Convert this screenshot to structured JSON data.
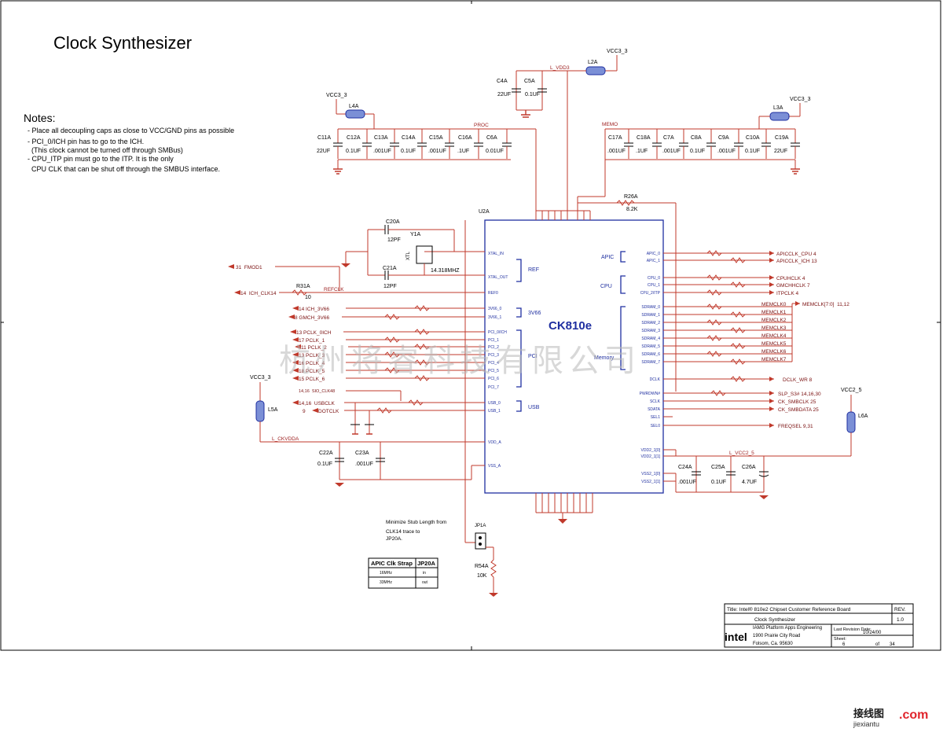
{
  "title": "Clock Synthesizer",
  "notes": {
    "heading": "Notes:",
    "lines": [
      "- Place all decoupling caps as close to VCC/GND pins as possible",
      "- PCI_0/ICH pin has to go to the ICH.",
      "  (This clock cannot be turned off through SMBus)",
      "- CPU_ITP pin must go to the ITP. It is the only",
      "  CPU CLK that can be shut off through the SMBUS interface."
    ]
  },
  "chip": {
    "ref": "U2A",
    "name": "CK810e",
    "groups": [
      "REF",
      "3V66",
      "PCI",
      "USB",
      "APIC",
      "CPU",
      "Memory"
    ],
    "left_pins": [
      "XTAL_IN",
      "XTAL_OUT",
      "REF0",
      "3V66_0",
      "3V66_1",
      "PCI_0/ICH",
      "PCI_1",
      "PCI_2",
      "PCI_3",
      "PCI_4",
      "PCI_5",
      "PCI_6",
      "PCI_7",
      "USB_0",
      "USB_1",
      "VDD_A",
      "VSS_A"
    ],
    "right_pins": [
      "APIC_0",
      "APIC_1",
      "CPU_0",
      "CPU_1",
      "CPU_2/ITP",
      "SDRAM_0",
      "SDRAM_1",
      "SDRAM_2",
      "SDRAM_3",
      "SDRAM_4",
      "SDRAM_5",
      "SDRAM_6",
      "SDRAM_7",
      "DCLK",
      "PWRDWN#",
      "SCLK",
      "SDATA",
      "SEL1",
      "SEL0",
      "VDD2_1[0]",
      "VDD2_1[1]",
      "VSS2_1[0]",
      "VSS2_1[1]"
    ]
  },
  "power": {
    "vcc33": "VCC3_3",
    "vcc25": "VCC2_5",
    "vcc25_net": "L_VCC2_5",
    "ckvdda": "L_CKVDDA",
    "ferrites": [
      "L2A",
      "L4A",
      "L3A",
      "L5A",
      "L6A"
    ]
  },
  "caps_top_left": [
    {
      "ref": "C11A",
      "val": "22UF"
    },
    {
      "ref": "C12A",
      "val": "0.1UF"
    },
    {
      "ref": "C13A",
      "val": ".001UF"
    },
    {
      "ref": "C14A",
      "val": "0.1UF"
    },
    {
      "ref": "C15A",
      "val": ".001UF"
    },
    {
      "ref": "C16A",
      "val": ".1UF"
    },
    {
      "ref": "C6A",
      "val": "0.01UF"
    }
  ],
  "caps_top_mid": [
    {
      "ref": "C4A",
      "val": "22UF"
    },
    {
      "ref": "C5A",
      "val": "0.1UF"
    }
  ],
  "caps_top_right": [
    {
      "ref": "C17A",
      "val": ".001UF"
    },
    {
      "ref": "C18A",
      "val": ".1UF"
    },
    {
      "ref": "C7A",
      "val": ".001UF"
    },
    {
      "ref": "C8A",
      "val": "0.1UF"
    },
    {
      "ref": "C9A",
      "val": ".001UF"
    },
    {
      "ref": "C10A",
      "val": "0.1UF"
    },
    {
      "ref": "C19A",
      "val": "22UF"
    }
  ],
  "caps_bottom": [
    {
      "ref": "C22A",
      "val": "0.1UF"
    },
    {
      "ref": "C23A",
      "val": ".001UF"
    },
    {
      "ref": "C24A",
      "val": ".001UF"
    },
    {
      "ref": "C25A",
      "val": "0.1UF"
    },
    {
      "ref": "C26A",
      "val": "4.7UF"
    }
  ],
  "crystal": {
    "ref": "Y1A",
    "type": "XTL",
    "freq": "14.318MHZ",
    "c20": "C20A",
    "c21": "C21A",
    "cval": "12PF"
  },
  "resistors": {
    "r26": {
      "ref": "R26A",
      "val": "8.2K"
    },
    "r31": {
      "ref": "R31A",
      "val": "10"
    },
    "r54": {
      "ref": "R54A",
      "val": "10K"
    }
  },
  "left_nets": [
    "31  FMOD1",
    "14  ICH_CLK14",
    "14  ICH_3V66",
    "8  GMCH_3V66",
    "13  PCLK_0ICH",
    "17  PCLK_1",
    "11  PCLK_2",
    "13  PCLK_3",
    "16  PCLK_4",
    "18  PCLK_5",
    "15  PCLK_6",
    "14,16  SIO_CLK48",
    "14,16  USBCLK",
    "9  DOTCLK"
  ],
  "right_nets": [
    "APICCLK_CPU  4",
    "APICCLK_ICH  13",
    "CPUHCLK  4",
    "GMCHHCLK  7",
    "ITPCLK  4",
    "MEMCLK[7:0]  11,12",
    "DCLK_WR  8",
    "SLP_S3#  14,16,30",
    "CK_SMBCLK  25",
    "CK_SMBDATA  25",
    "FREQSEL  9,31"
  ],
  "memclk": [
    "MEMCLK0",
    "MEMCLK1",
    "MEMCLK2",
    "MEMCLK3",
    "MEMCLK4",
    "MEMCLK5",
    "MEMCLK6",
    "MEMCLK7"
  ],
  "strap_note": {
    "lines": [
      "Minimize Stub Length from",
      "CLK14 trace to",
      "JP20A."
    ],
    "jumper": "JP1A"
  },
  "strap_table": {
    "headers": [
      "APIC Clk Strap",
      "JP20A"
    ],
    "rows": [
      [
        "16MHz",
        "in"
      ],
      [
        "33MHz",
        "out"
      ]
    ]
  },
  "title_block": {
    "title": "Title: Intel® 810e2 Chipset Customer Reference Board",
    "subtitle": "Clock Synthesizer",
    "rev_label": "REV.",
    "rev": "1.0",
    "logo": "intel",
    "org_lines": [
      "IAMG Platform Apps Engineering",
      "1900 Prairie City Road",
      "Folsom, Ca. 95630"
    ],
    "last_rev_label": "Last Revision Date:",
    "last_rev": "10/24/00",
    "sheet_label": "Sheet:",
    "sheet": "6",
    "of": "of",
    "total": "34"
  },
  "watermark": "杭州将睿科技有限公司",
  "footer_logo": {
    "cn": "接线图",
    "url": "jiexiantu",
    "com": ".com"
  }
}
